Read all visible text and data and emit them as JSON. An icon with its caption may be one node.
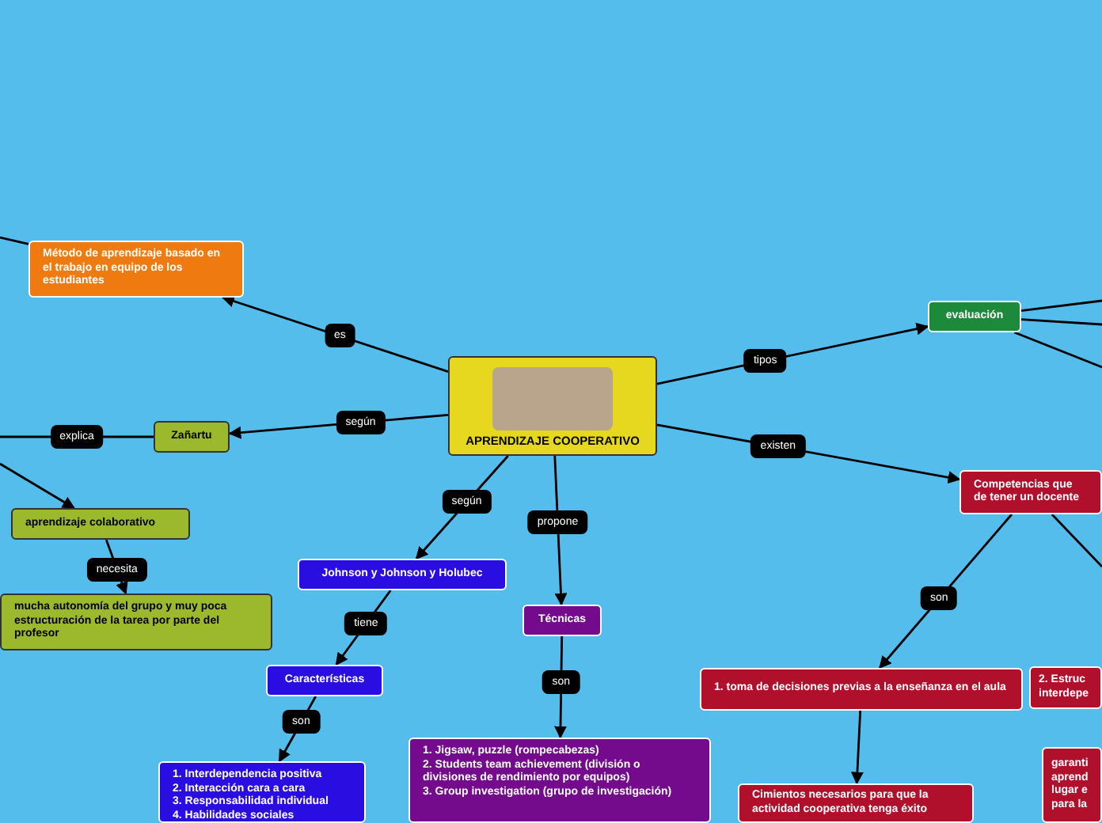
{
  "diagram": {
    "nodes": [
      {
        "text": [
          "Método de aprendizaje basado en el trabajo en equipo de los estudiantes"
        ]
      },
      {
        "text": [
          "APRENDIZAJE COOPERATIVO"
        ]
      },
      {
        "text": [
          "Zañartu"
        ]
      },
      {
        "text": [
          "aprendizaje colaborativo"
        ]
      },
      {
        "text": [
          "mucha autonomía del grupo y muy poca estructuración de la tarea por parte del profesor"
        ]
      },
      {
        "text": [
          "Johnson y Johnson y Holubec"
        ]
      },
      {
        "text": [
          "Características"
        ]
      },
      {
        "text": [
          "1. Interdependencia positiva",
          "2. Interacción cara a cara",
          "3. Responsabilidad individual",
          "4. Habilidades sociales"
        ]
      },
      {
        "text": [
          "Técnicas"
        ]
      },
      {
        "text": [
          "1. Jigsaw, puzzle (rompecabezas)",
          "2. Students team achievement (división o divisiones de rendimiento por equipos)",
          "3. Group investigation (grupo de investigación)"
        ]
      },
      {
        "text": [
          "evaluación"
        ]
      },
      {
        "text": [
          "Competencias que de tener un docente"
        ]
      },
      {
        "text": [
          "1. toma de decisiones previas a la enseñanza en el aula"
        ]
      },
      {
        "text": [
          "2. Estruc interdepe"
        ]
      },
      {
        "text": [
          "Cimientos necesarios para que la actividad cooperativa tenga éxito"
        ]
      },
      {
        "text": [
          "garanti aprend lugar e para la"
        ]
      }
    ],
    "edges": [
      {
        "from": 1,
        "to": 0,
        "label": "es",
        "arrow": "to"
      },
      {
        "from": 1,
        "to": 2,
        "label": "según",
        "arrow": "to"
      },
      {
        "from": 2,
        "to": null,
        "label": "explica",
        "arrow": "none"
      },
      {
        "from": null,
        "to": 3,
        "arrow": "to"
      },
      {
        "from": 3,
        "to": 4,
        "label": "necesita",
        "arrow": "to"
      },
      {
        "from": null,
        "to": 0,
        "arrow": "none"
      },
      {
        "from": 1,
        "to": 5,
        "label": "según",
        "arrow": "to"
      },
      {
        "from": 5,
        "to": 6,
        "label": "tiene",
        "arrow": "to"
      },
      {
        "from": 6,
        "to": 7,
        "label": "son",
        "arrow": "to"
      },
      {
        "from": 1,
        "to": 8,
        "label": "propone",
        "arrow": "to"
      },
      {
        "from": 8,
        "to": 9,
        "label": "son",
        "arrow": "to"
      },
      {
        "from": 1,
        "to": 10,
        "label": "tipos",
        "arrow": "to"
      },
      {
        "from": 1,
        "to": 11,
        "label": "existen",
        "arrow": "to"
      },
      {
        "from": 11,
        "to": 12,
        "label": "son",
        "arrow": "to"
      },
      {
        "from": 12,
        "to": 14,
        "arrow": "to"
      },
      {
        "from": 11,
        "to": null,
        "arrow": "none"
      },
      {
        "from": 10,
        "to": null,
        "arrow": "none"
      },
      {
        "from": 10,
        "to": null,
        "arrow": "none"
      },
      {
        "from": 10,
        "to": null,
        "arrow": "none"
      }
    ]
  }
}
